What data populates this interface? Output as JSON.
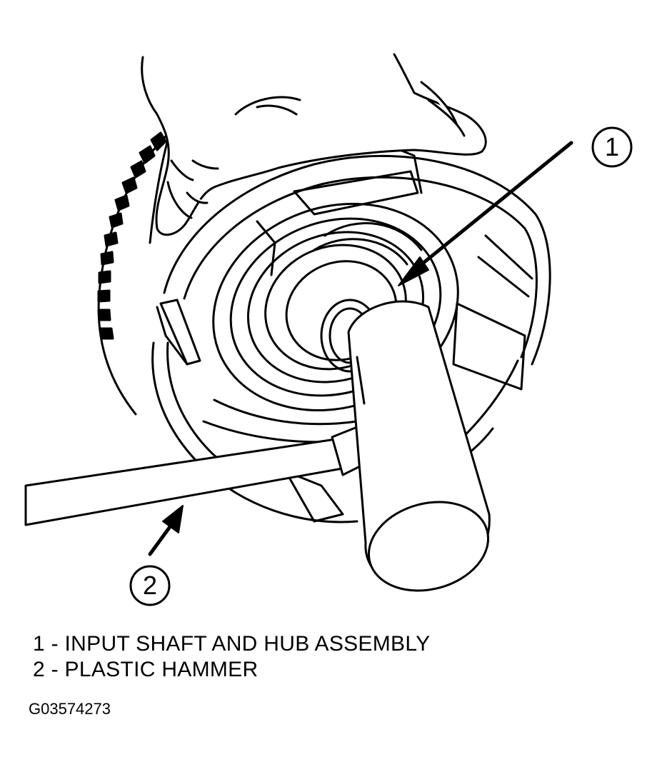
{
  "callouts": [
    {
      "number": "1"
    },
    {
      "number": "2"
    }
  ],
  "legend": [
    {
      "text": "1 - INPUT SHAFT AND HUB ASSEMBLY"
    },
    {
      "text": "2 - PLASTIC HAMMER"
    }
  ],
  "figure_id": "G03574273",
  "colors": {
    "line": "#000000",
    "background": "#ffffff"
  }
}
